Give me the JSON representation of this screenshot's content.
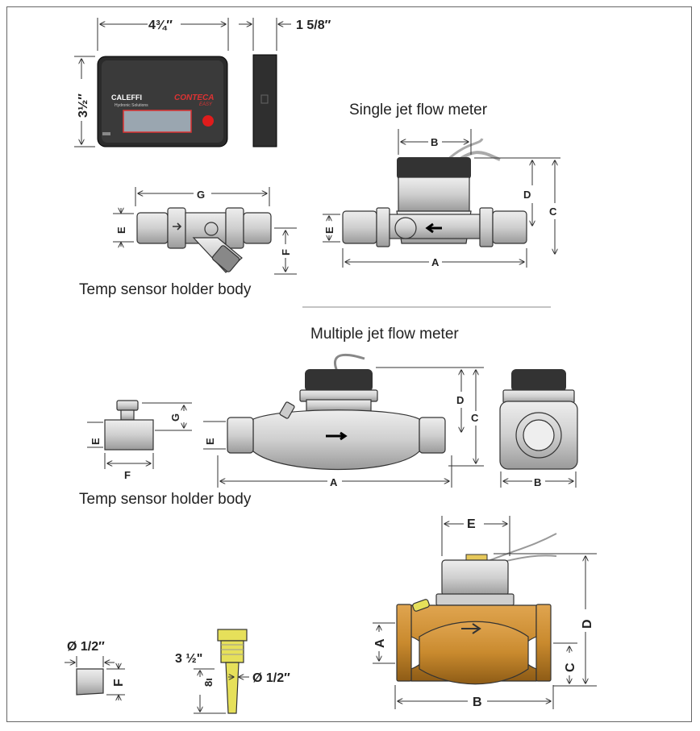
{
  "captions": {
    "single_jet": "Single jet flow meter",
    "temp_holder_1": "Temp sensor holder body",
    "multiple_jet": "Multiple jet flow meter",
    "temp_holder_2": "Temp sensor holder body"
  },
  "display_unit": {
    "brand_logo": "CALEFFI",
    "brand_sub": "Hydronic Solutions",
    "product_logo": "CONTECA",
    "product_sub": "EASY",
    "width_label": "4¾″",
    "height_label": "3½″",
    "depth_label": "1 5/8″"
  },
  "single_jet_dims": {
    "A": "A",
    "B": "B",
    "C": "C",
    "D": "D",
    "E": "E"
  },
  "holder1_dims": {
    "G": "G",
    "E": "E",
    "F": "F"
  },
  "multi_jet_dims": {
    "A": "A",
    "B": "B",
    "C": "C",
    "D": "D",
    "E": "E"
  },
  "holder2_dims": {
    "G": "G",
    "E": "E",
    "F": "F"
  },
  "woltman_dims": {
    "A": "A",
    "B": "B",
    "C": "C",
    "D": "D",
    "E": "E"
  },
  "small_fitting": {
    "dia": "Ø 1/2″",
    "F": "F"
  },
  "sensor_probe": {
    "len": "3 ½\"",
    "len2": "8ι",
    "dia": "Ø 1/2″"
  },
  "colors": {
    "brass": "#c98a2e",
    "yellow": "#e6e05a",
    "body_grey": "#d4d4d4"
  }
}
